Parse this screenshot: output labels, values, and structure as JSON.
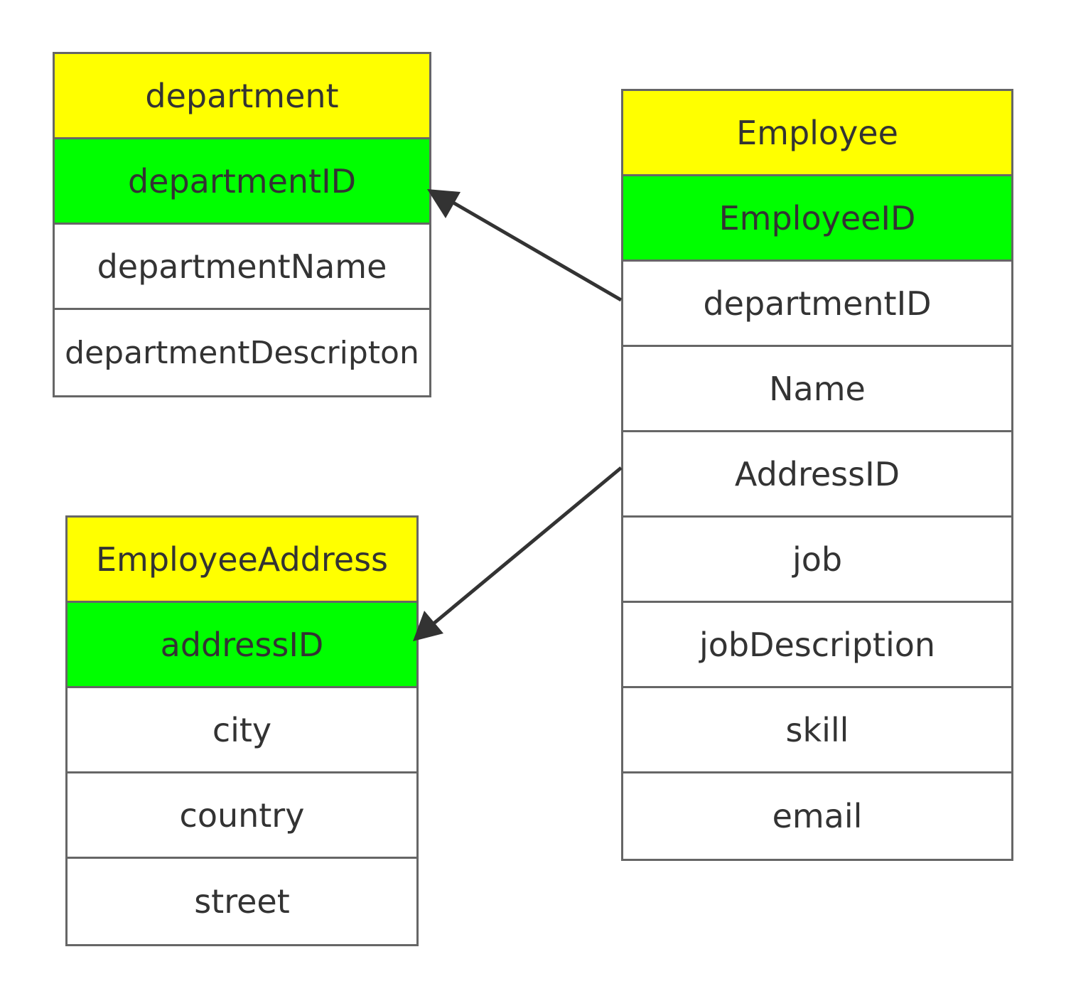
{
  "colors": {
    "header_fill": "#ffff00",
    "key_fill": "#00ff00",
    "border": "#666666",
    "text": "#333333",
    "arrow": "#333333"
  },
  "tables": {
    "department": {
      "title": "department",
      "key": "departmentID",
      "fields": [
        "departmentName",
        "departmentDescripton"
      ]
    },
    "employee": {
      "title": "Employee",
      "key": "EmployeeID",
      "fields": [
        "departmentID",
        "Name",
        "AddressID",
        "job",
        "jobDescription",
        "skill",
        "email"
      ]
    },
    "address": {
      "title": "EmployeeAddress",
      "key": "addressID",
      "fields": [
        "city",
        "country",
        "street"
      ]
    }
  },
  "relations": [
    {
      "from": "employee.departmentID",
      "to": "department.departmentID"
    },
    {
      "from": "employee.AddressID",
      "to": "address.addressID"
    }
  ]
}
